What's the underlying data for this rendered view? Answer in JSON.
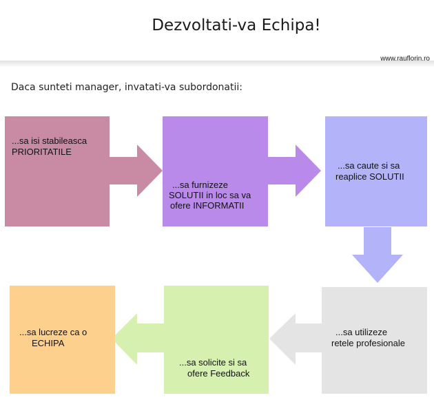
{
  "header": {
    "title": "Dezvoltati-va Echipa!",
    "site": "www.rauflorin.ro"
  },
  "intro": "Daca sunteti manager, invatati-va subordonatii:",
  "steps": [
    {
      "line1": "...sa isi stabileasca",
      "line2": "PRIORITATILE",
      "line3": "",
      "color": "#c98aa4"
    },
    {
      "line1": "...sa furnizeze",
      "line2": "SOLUTII in loc sa va",
      "line3": "ofere INFORMATII",
      "color": "#b98aea"
    },
    {
      "line1": "...sa caute si sa",
      "line2": "reaplice SOLUTII",
      "line3": "",
      "color": "#b3b3fa"
    },
    {
      "line1": "...sa utilizeze",
      "line2": "retele profesionale",
      "line3": "",
      "color": "#e4e4e4"
    },
    {
      "line1": "...sa solicite si sa",
      "line2": "ofere Feedback",
      "line3": "",
      "color": "#d6f0b0"
    },
    {
      "line1": "...sa lucreze ca o",
      "line2": "ECHIPA",
      "line3": "",
      "color": "#fdd08e"
    }
  ]
}
